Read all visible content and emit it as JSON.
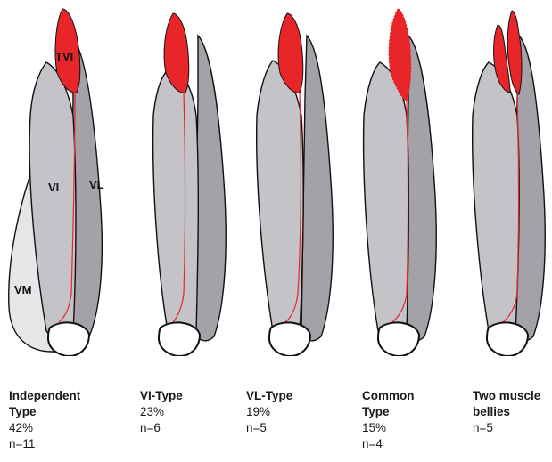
{
  "labels": {
    "tvi": "TVI",
    "vi": "VI",
    "vl": "VL",
    "vm": "VM"
  },
  "colors": {
    "tvi": "#e8262a",
    "vm": "#e6e6e8",
    "vi": "#c4c3c8",
    "vl": "#a4a2a8",
    "patella": "#ffffff",
    "outline": "#111111"
  },
  "panels": [
    {
      "title_line1": "Independent",
      "title_line2": "Type",
      "percent": "42%",
      "n": "n=11"
    },
    {
      "title_line1": "VI-Type",
      "title_line2": "",
      "percent": "23%",
      "n": "n=6"
    },
    {
      "title_line1": "VL-Type",
      "title_line2": "",
      "percent": "19%",
      "n": "n=5"
    },
    {
      "title_line1": "Common",
      "title_line2": "Type",
      "percent": "15%",
      "n": "n=4"
    },
    {
      "title_line1": "Two muscle",
      "title_line2": "bellies",
      "percent": "",
      "n": "n=5"
    }
  ]
}
